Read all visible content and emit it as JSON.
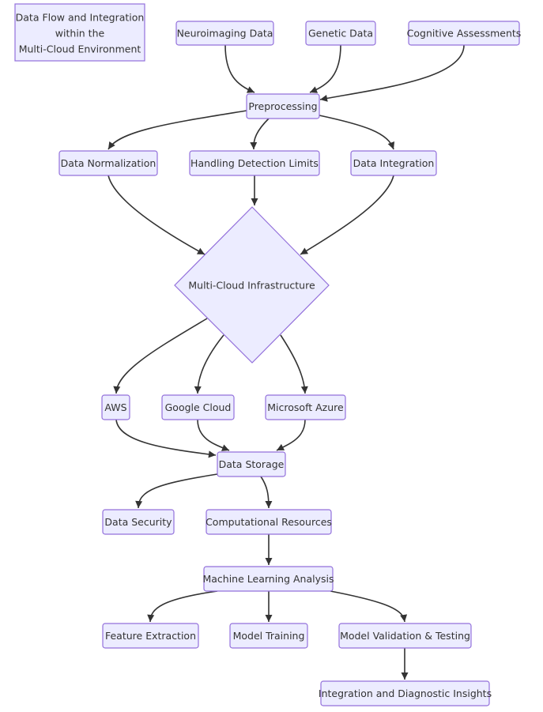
{
  "title_lines": [
    "Data Flow and Integration",
    "within the",
    "Multi-Cloud Environment"
  ],
  "colors": {
    "node_fill": "#ECECFF",
    "node_stroke": "#9370DB",
    "edge": "#333333",
    "text": "#333333"
  },
  "nodes": {
    "neuroimaging": "Neuroimaging Data",
    "genetic": "Genetic Data",
    "cognitive": "Cognitive Assessments",
    "preprocessing": "Preprocessing",
    "normalization": "Data Normalization",
    "detection": "Handling Detection Limits",
    "integration": "Data Integration",
    "multicloud": "Multi-Cloud Infrastructure",
    "aws": "AWS",
    "google": "Google Cloud",
    "azure": "Microsoft Azure",
    "storage": "Data Storage",
    "security": "Data Security",
    "computational": "Computational Resources",
    "ml": "Machine Learning Analysis",
    "feature": "Feature Extraction",
    "training": "Model Training",
    "validation": "Model Validation & Testing",
    "insights": "Integration and Diagnostic Insights"
  },
  "edges": [
    [
      "neuroimaging",
      "preprocessing"
    ],
    [
      "genetic",
      "preprocessing"
    ],
    [
      "cognitive",
      "preprocessing"
    ],
    [
      "preprocessing",
      "normalization"
    ],
    [
      "preprocessing",
      "detection"
    ],
    [
      "preprocessing",
      "integration"
    ],
    [
      "normalization",
      "multicloud"
    ],
    [
      "detection",
      "multicloud"
    ],
    [
      "integration",
      "multicloud"
    ],
    [
      "multicloud",
      "aws"
    ],
    [
      "multicloud",
      "google"
    ],
    [
      "multicloud",
      "azure"
    ],
    [
      "aws",
      "storage"
    ],
    [
      "google",
      "storage"
    ],
    [
      "azure",
      "storage"
    ],
    [
      "storage",
      "security"
    ],
    [
      "storage",
      "computational"
    ],
    [
      "computational",
      "ml"
    ],
    [
      "ml",
      "feature"
    ],
    [
      "ml",
      "training"
    ],
    [
      "ml",
      "validation"
    ],
    [
      "validation",
      "insights"
    ]
  ]
}
